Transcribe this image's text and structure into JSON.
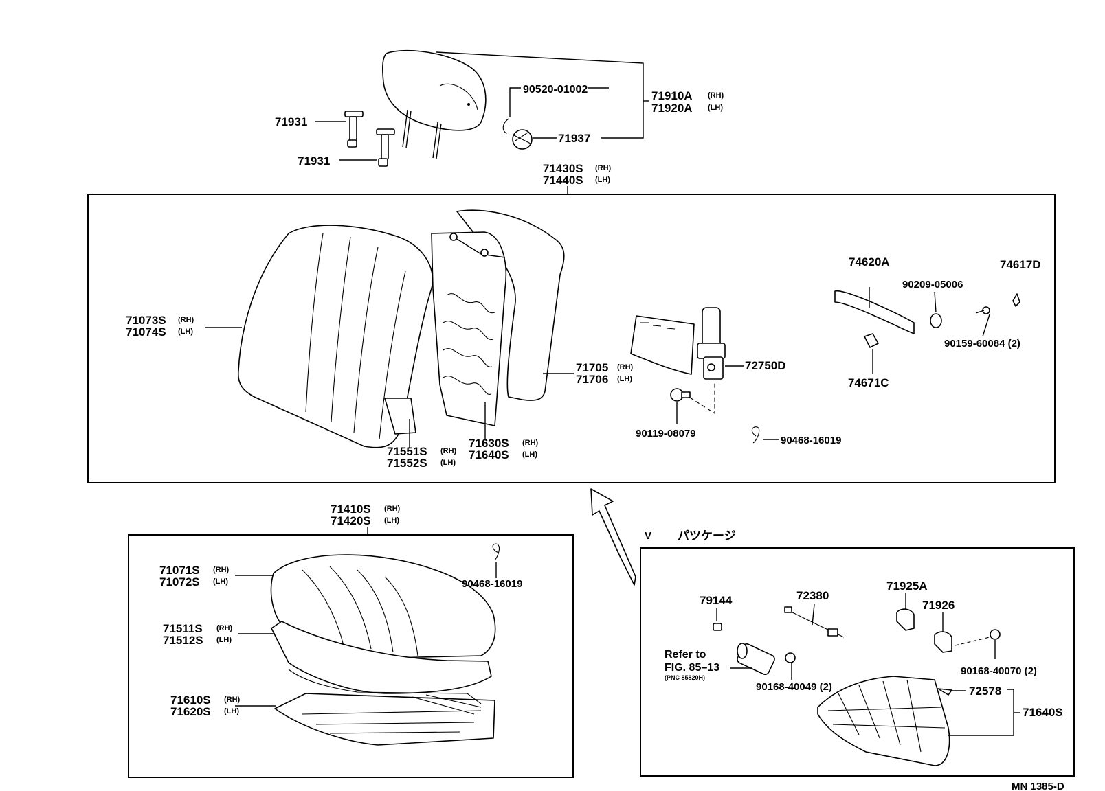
{
  "labels": {
    "p71931_a": "71931",
    "p71931_b": "71931",
    "p90520": "90520-01002",
    "p71910A": "71910A",
    "p71910A_sfx": "(RH)",
    "p71920A": "71920A",
    "p71920A_sfx": "(LH)",
    "p71937": "71937",
    "p71430S": "71430S",
    "p71430S_sfx": "(RH)",
    "p71440S": "71440S",
    "p71440S_sfx": "(LH)",
    "p71073S": "71073S",
    "p71073S_sfx": "(RH)",
    "p71074S": "71074S",
    "p71074S_sfx": "(LH)",
    "p71705": "71705",
    "p71705_sfx": "(RH)",
    "p71706": "71706",
    "p71706_sfx": "(LH)",
    "p71551S": "71551S",
    "p71551S_sfx": "(RH)",
    "p71552S": "71552S",
    "p71552S_sfx": "(LH)",
    "p71630S": "71630S",
    "p71630S_sfx": "(RH)",
    "p71640S_top": "71640S",
    "p71640S_top_sfx": "(LH)",
    "p72750D": "72750D",
    "p90119": "90119-08079",
    "p90468_a": "90468-16019",
    "p74620A": "74620A",
    "p90209": "90209-05006",
    "p74617D": "74617D",
    "p90159": "90159-60084 (2)",
    "p74671C": "74671C",
    "p71410S": "71410S",
    "p71410S_sfx": "(RH)",
    "p71420S": "71420S",
    "p71420S_sfx": "(LH)",
    "p71071S": "71071S",
    "p71071S_sfx": "(RH)",
    "p71072S": "71072S",
    "p71072S_sfx": "(LH)",
    "p90468_b": "90468-16019",
    "p71511S": "71511S",
    "p71511S_sfx": "(RH)",
    "p71512S": "71512S",
    "p71512S_sfx": "(LH)",
    "p71610S": "71610S",
    "p71610S_sfx": "(RH)",
    "p71620S": "71620S",
    "p71620S_sfx": "(LH)",
    "pkg_v": "V",
    "pkg_title": "パツケージ",
    "p79144": "79144",
    "p72380": "72380",
    "p71925A": "71925A",
    "p71926": "71926",
    "refer_line1": "Refer to",
    "refer_line2": "FIG. 85–13",
    "refer_pnc": "(PNC 85820H)",
    "p90168_a": "90168-40049 (2)",
    "p90168_b": "90168-40070 (2)",
    "p72578": "72578",
    "p71640S_pkg": "71640S",
    "fig_code": "MN 1385-D"
  }
}
